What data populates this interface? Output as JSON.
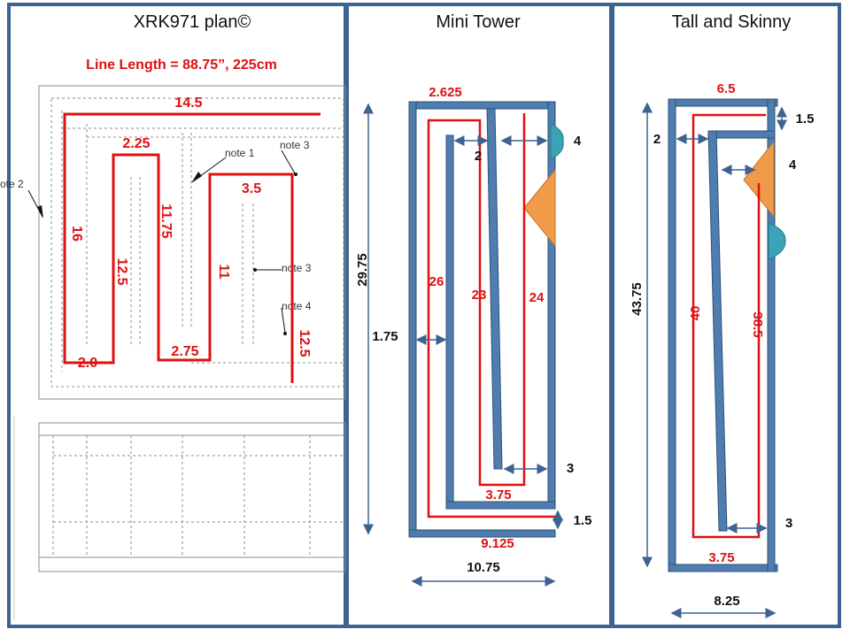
{
  "panels": {
    "left": {
      "title": "XRK971 plan©",
      "line_length": "Line Length = 88.75”, 225cm",
      "dims": {
        "d14_5": "14.5",
        "d2_25": "2.25",
        "d3_5": "3.5",
        "d16": "16",
        "d11_75": "11.75",
        "d12_5a": "12.5",
        "d11": "11",
        "d12_5b": "12.5",
        "d2_0": "2.0",
        "d2_75": "2.75"
      },
      "notes": {
        "note1": "note 1",
        "note2": "ote 2",
        "note3a": "note 3",
        "note3b": "note 3",
        "note4": "note 4"
      }
    },
    "middle": {
      "title": "Mini Tower",
      "red_dims": {
        "top": "2.625",
        "l26": "26",
        "l23": "23",
        "l24": "24",
        "inner_bottom": "3.75",
        "bottom": "9.125"
      },
      "black_dims": {
        "gap2": "2",
        "d4": "4",
        "d1_75": "1.75",
        "d3": "3",
        "d1_5": "1.5",
        "height": "29.75",
        "width": "10.75"
      }
    },
    "right": {
      "title": "Tall and Skinny",
      "red_dims": {
        "top": "6.5",
        "l40": "40",
        "l38_5": "38.5",
        "bottom": "3.75"
      },
      "black_dims": {
        "d1_5": "1.5",
        "d2": "2",
        "d4": "4",
        "height": "43.75",
        "d3": "3",
        "width": "8.25"
      }
    }
  },
  "colors": {
    "frame": "#3d6390",
    "wall": "#4f7db0",
    "path": "#e01010",
    "driver": "#f09a4a",
    "port": "#3aa3b5"
  }
}
